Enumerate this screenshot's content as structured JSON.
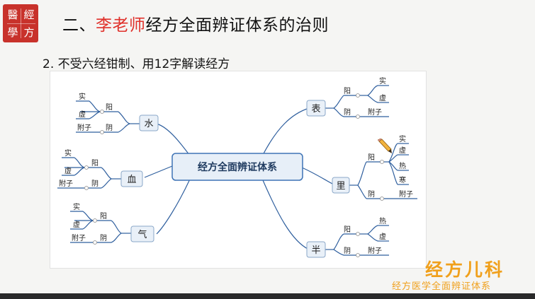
{
  "logo": {
    "chars": [
      "醫",
      "經",
      "學",
      "方"
    ]
  },
  "title": {
    "prefix": "二、",
    "highlight": "李老师",
    "rest": "经方全面辨证体系的治则"
  },
  "subtitle": "2. 不受六经钳制、用12字解读经方",
  "mindmap": {
    "central": "经方全面辨证体系",
    "branches": {
      "shui": {
        "topic": "水",
        "yang": "阳",
        "yin": "阴",
        "shi": "实",
        "xu": "虚",
        "fuzi": "附子"
      },
      "xue": {
        "topic": "血",
        "yang": "阳",
        "yin": "阴",
        "shi": "实",
        "xu": "虚",
        "fuzi": "附子"
      },
      "qi": {
        "topic": "气",
        "yang": "阳",
        "yin": "阴",
        "shi": "实",
        "xu": "虚",
        "fuzi": "附子"
      },
      "biao": {
        "topic": "表",
        "yang": "阳",
        "yin": "阴",
        "shi": "实",
        "xu": "虚",
        "fuzi": "附子"
      },
      "li": {
        "topic": "里",
        "yang": "阳",
        "yin": "阴",
        "shi": "实",
        "xu": "虚",
        "re": "热",
        "han": "寒",
        "fuzi": "附子"
      },
      "ban": {
        "topic": "半",
        "yang": "阳",
        "yin": "阴",
        "re": "热",
        "xu": "虚",
        "fuzi": "附子"
      }
    }
  },
  "watermark": {
    "brand": "经方儿科",
    "tagline": "经方医学全面辨证体系"
  },
  "colors": {
    "accent_red": "#e0302a",
    "logo_red": "#c8322b",
    "watermark_orange": "#f0a01c",
    "line_blue": "#2f5f9e"
  }
}
